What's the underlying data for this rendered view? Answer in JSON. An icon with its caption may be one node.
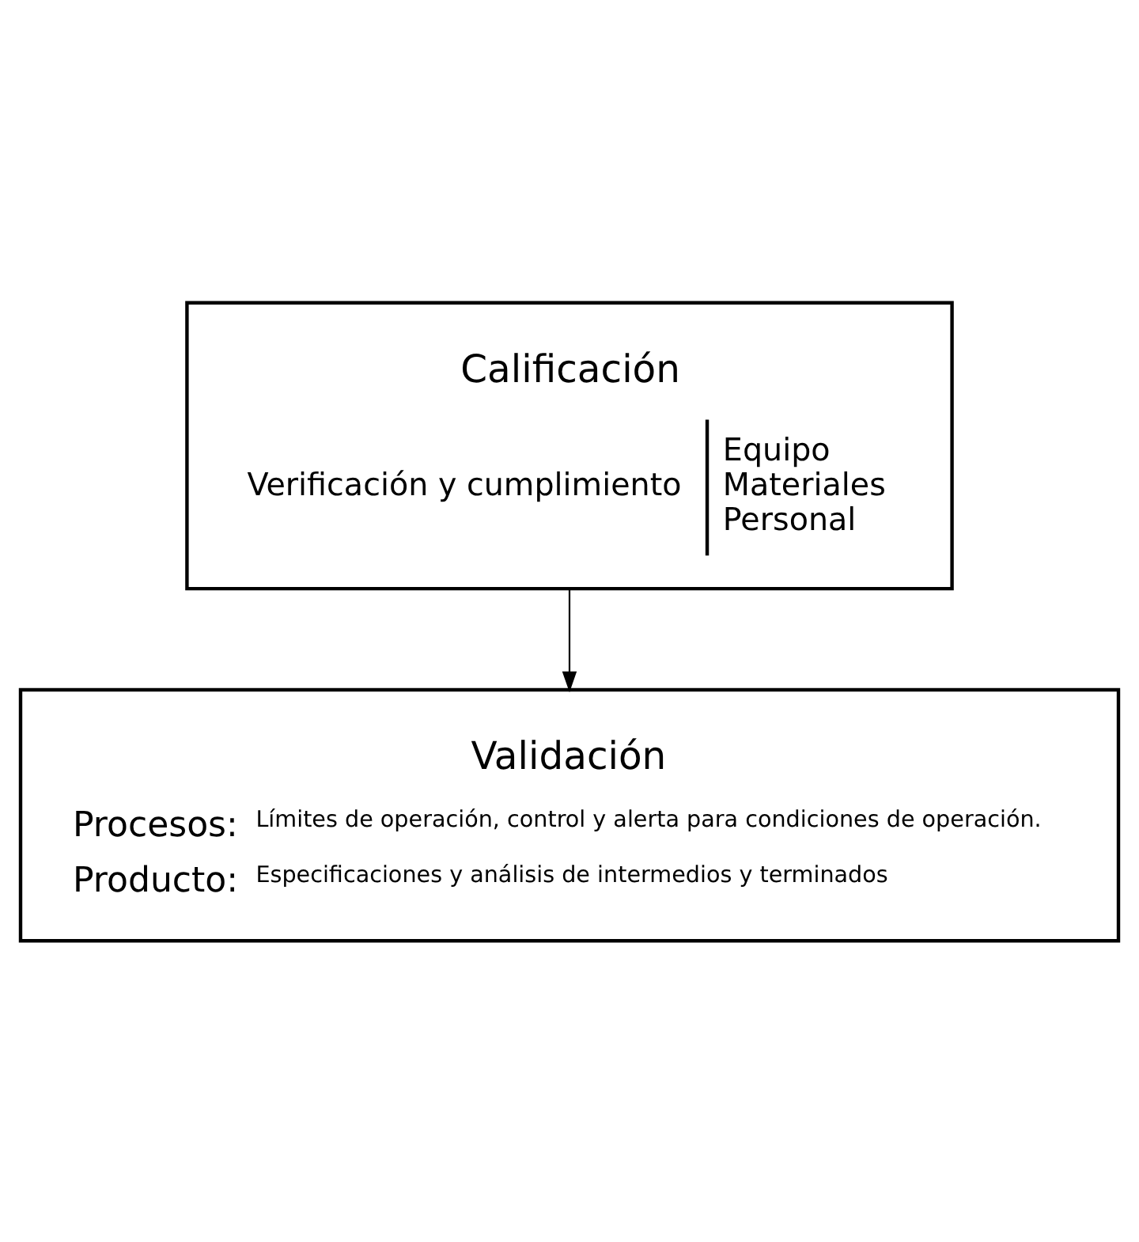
{
  "diagram": {
    "nodes": [
      {
        "text": [
          "Calificación",
          "Verificación y cumplimiento",
          "Equipo",
          "Materiales",
          "Personal"
        ]
      },
      {
        "text": [
          "Validación",
          "Procesos:",
          "Límites de operación, control y alerta para condiciones de operación.",
          "Producto:",
          "Especificaciones y análisis de intermedios y terminados"
        ]
      }
    ],
    "edges": [
      {
        "from": 0,
        "to": 1,
        "arrow": "to"
      }
    ]
  }
}
